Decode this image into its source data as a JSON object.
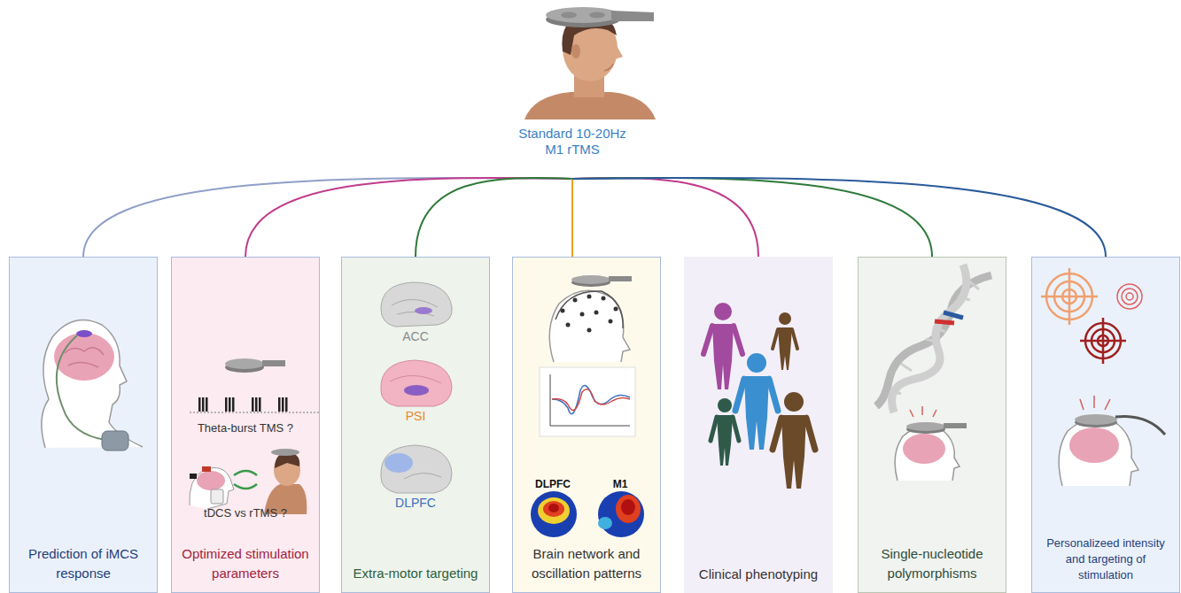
{
  "diagram": {
    "nodes": [
      {
        "text": [
          "Standard 10-20Hz M1 rTMS"
        ]
      },
      {
        "text": [
          "Prediction of iMCS response"
        ]
      },
      {
        "text": [
          "Optimized stimulation parameters"
        ]
      },
      {
        "text": [
          "Extra-motor targeting"
        ]
      },
      {
        "text": [
          "Brain network and oscillation patterns"
        ]
      },
      {
        "text": [
          "Clinical phenotyping"
        ]
      },
      {
        "text": [
          "Single-nucleotide polymorphisms"
        ]
      },
      {
        "text": [
          "Personalizeed intensity and targeting of stimulation"
        ]
      }
    ],
    "edges": [
      {
        "from": 0,
        "to": 1,
        "arrow": "none"
      },
      {
        "from": 0,
        "to": 2,
        "arrow": "none"
      },
      {
        "from": 0,
        "to": 3,
        "arrow": "none"
      },
      {
        "from": 0,
        "to": 4,
        "arrow": "none"
      },
      {
        "from": 0,
        "to": 5,
        "arrow": "none"
      },
      {
        "from": 0,
        "to": 6,
        "arrow": "none"
      },
      {
        "from": 0,
        "to": 7,
        "arrow": "none"
      }
    ],
    "labels": [
      "Theta-burst TMS ?",
      "tDCS vs rTMS ?",
      "ACC",
      "PSI",
      "DLPFC",
      "DLPFC",
      "M1"
    ]
  }
}
